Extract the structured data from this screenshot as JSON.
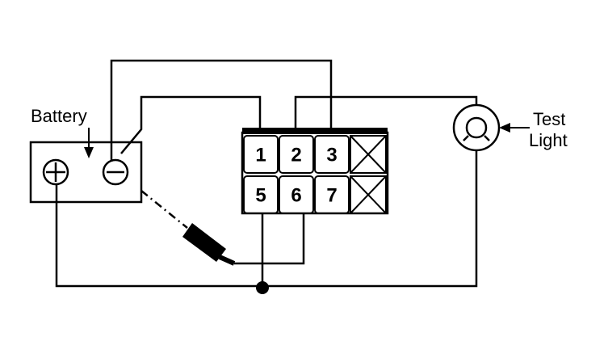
{
  "labels": {
    "battery": "Battery",
    "test_light_line1": "Test",
    "test_light_line2": "Light"
  },
  "connector": {
    "top_row": [
      "1",
      "2",
      "3"
    ],
    "bottom_row": [
      "5",
      "6",
      "7"
    ]
  },
  "terminals": {
    "positive": "+",
    "negative": "−"
  }
}
